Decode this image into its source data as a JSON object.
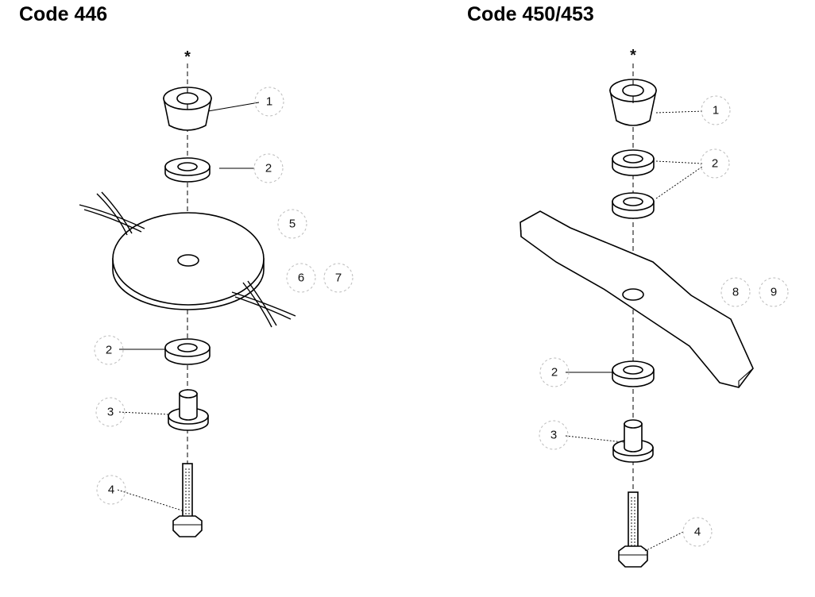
{
  "titles": {
    "left": "Code 446",
    "right": "Code 450/453"
  },
  "marks": {
    "asterisk": "*"
  },
  "callouts_left": [
    "1",
    "2",
    "5",
    "6",
    "7",
    "2",
    "3",
    "4"
  ],
  "callouts_right": [
    "1",
    "2",
    "8",
    "9",
    "2",
    "3",
    "4"
  ]
}
